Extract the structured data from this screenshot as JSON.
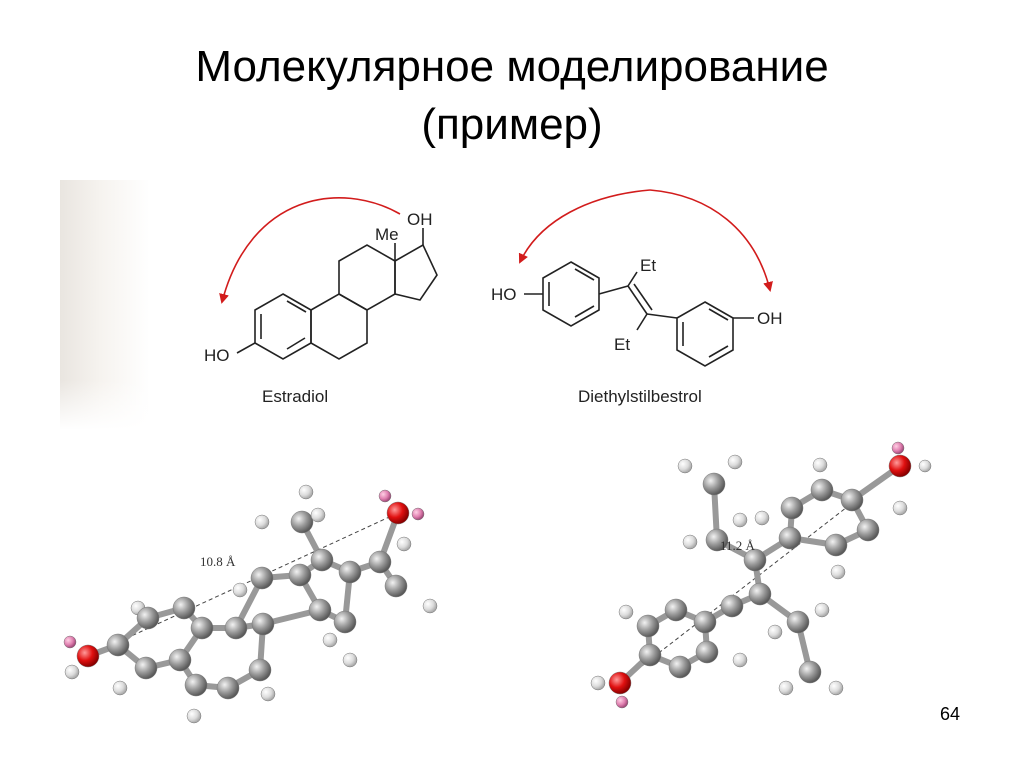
{
  "slide": {
    "title_line1": "Молекулярное моделирование",
    "title_line2": "(пример)",
    "page_number": "64"
  },
  "structures": {
    "estradiol": {
      "name": "Estradiol",
      "label_me": "Me",
      "label_oh_top": "OH",
      "label_ho": "HO"
    },
    "des": {
      "name": "Diethylstilbestrol",
      "label_et_top": "Et",
      "label_et_bottom": "Et",
      "label_ho": "HO",
      "label_oh": "OH"
    }
  },
  "models": {
    "estradiol_distance": "10.8 Å",
    "des_distance": "11.2 Å"
  },
  "colors": {
    "arrow": "#d21c1c",
    "carbon": "#8f8f8f",
    "oxygen": "#e01010",
    "hydrogen": "#d8d8d8",
    "polar_h": "#e080b0"
  }
}
